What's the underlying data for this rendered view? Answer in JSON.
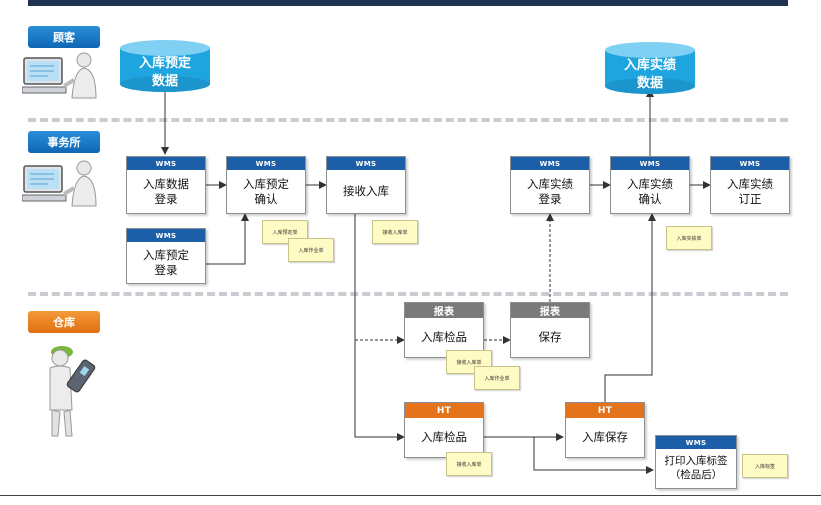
{
  "lanes": {
    "customer": "顾客",
    "office": "事务所",
    "warehouse": "仓库"
  },
  "databases": {
    "plan_data": "入库预定\n数据",
    "result_data": "入库实绩\n数据"
  },
  "boxes": {
    "wms_data_entry": {
      "header": "WMS",
      "label": "入库数据\n登录"
    },
    "wms_plan_confirm": {
      "header": "WMS",
      "label": "入库预定\n确认"
    },
    "wms_receive": {
      "header": "WMS",
      "label": "接收入库"
    },
    "wms_plan_entry": {
      "header": "WMS",
      "label": "入库预定\n登录"
    },
    "wms_result_entry": {
      "header": "WMS",
      "label": "入库实绩\n登录"
    },
    "wms_result_confirm": {
      "header": "WMS",
      "label": "入库实绩\n确认"
    },
    "wms_result_correct": {
      "header": "WMS",
      "label": "入库实绩\n订正"
    },
    "report_inspect": {
      "header": "报表",
      "label": "入库检品"
    },
    "report_save": {
      "header": "报表",
      "label": "保存"
    },
    "ht_inspect": {
      "header": "HT",
      "label": "入库检品"
    },
    "ht_save": {
      "header": "HT",
      "label": "入库保存"
    },
    "wms_print_label": {
      "header": "WMS",
      "label": "打印入库标签\n（检品后）"
    }
  },
  "notes": {
    "plan_list": "入库预定单",
    "work_list_1": "入库作业单",
    "receive_list_1": "接收入库单",
    "result_list": "入库实绩单",
    "receive_list_2": "接收入库单",
    "work_list_2": "入库作业单",
    "receive_list_3": "接收入库单",
    "label_note": "入库标签"
  },
  "colors": {
    "wms_header": "#1c5fa8",
    "report_header": "#7a7a7a",
    "ht_header": "#e3741c",
    "database": "#1fa3de",
    "lane_tag_blue": "#0f66b5",
    "lane_tag_orange": "#e06f10"
  },
  "icons": [
    "computer-operator-icon",
    "computer-operator-icon",
    "handheld-scanner-worker-icon"
  ]
}
